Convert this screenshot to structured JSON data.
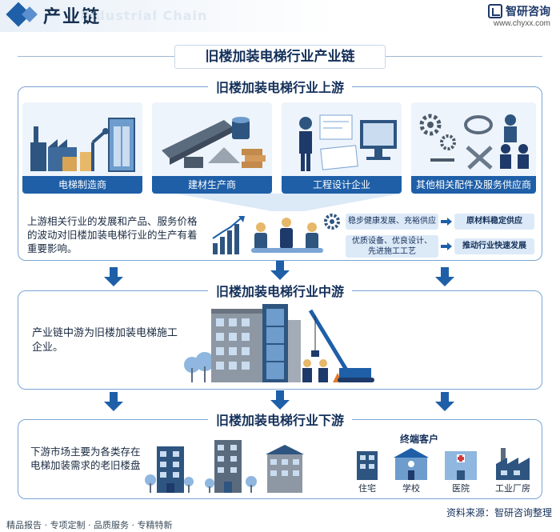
{
  "header": {
    "page_title": "产业链",
    "watermark": "Industrial Chain",
    "brand_name": "智研咨询",
    "brand_url": "www.chyxx.com"
  },
  "main_title": "旧楼加装电梯行业产业链",
  "upstream": {
    "title": "旧楼加装电梯行业上游",
    "cards": [
      {
        "label": "电梯制造商"
      },
      {
        "label": "建材生产商"
      },
      {
        "label": "工程设计企业"
      },
      {
        "label": "其他相关配件及服务供应商"
      }
    ],
    "description": "上游相关行业的发展和产品、服务价格的波动对旧楼加装电梯行业的生产有着重要影响。",
    "flows": [
      {
        "from": "稳步健康发展、充裕供应",
        "to": "原材料稳定供应"
      },
      {
        "from": "优质设备、优良设计、先进施工工艺",
        "to": "推动行业快速发展"
      }
    ]
  },
  "midstream": {
    "title": "旧楼加装电梯行业中游",
    "description": "产业链中游为旧楼加装电梯施工企业。"
  },
  "downstream": {
    "title": "旧楼加装电梯行业下游",
    "description": "下游市场主要为各类存在电梯加装需求的老旧楼盘",
    "customers_title": "终端客户",
    "customers": [
      {
        "label": "住宅"
      },
      {
        "label": "学校"
      },
      {
        "label": "医院"
      },
      {
        "label": "工业厂房"
      }
    ]
  },
  "source": "资料来源：智研咨询整理",
  "footer": "精品报告 · 专项定制 · 品质服务 · 专精特新",
  "colors": {
    "primary": "#1e5fa8",
    "dark": "#14305a",
    "light_bg": "#eef4fb",
    "frame_border": "#7aa5d4"
  }
}
